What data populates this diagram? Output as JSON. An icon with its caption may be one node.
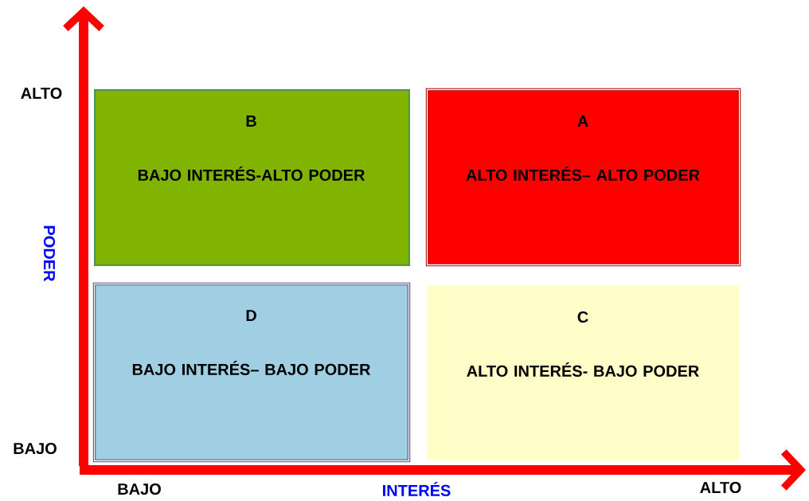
{
  "diagram": {
    "nodes": [
      {
        "text": [
          "B",
          "BAJO INTERÉS-ALTO PODER"
        ]
      },
      {
        "text": [
          "A",
          "ALTO INTERÉS– ALTO PODER"
        ]
      },
      {
        "text": [
          "D",
          "BAJO INTERÉS– BAJO PODER"
        ]
      },
      {
        "text": [
          "C",
          "ALTO INTERÉS- BAJO PODER"
        ]
      }
    ],
    "labels": [
      "ALTO",
      "PODER",
      "BAJO",
      "BAJO",
      "INTERÉS",
      "ALTO"
    ]
  }
}
